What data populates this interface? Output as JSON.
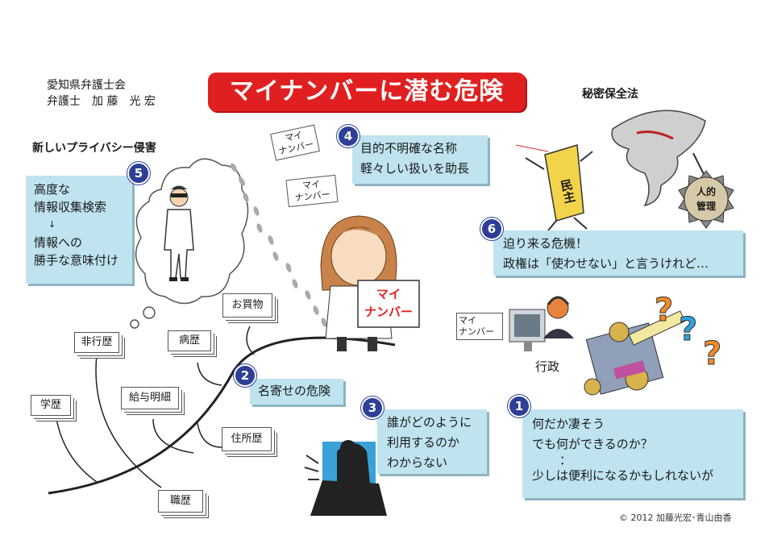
{
  "author": {
    "line1": "愛知県弁護士会",
    "line2": "弁護士　加 藤　光 宏"
  },
  "title": "マイナンバーに潜む危険",
  "headings": {
    "privacy": "新しいプライバシー侵害",
    "secrecy_law": "秘密保全法"
  },
  "points": {
    "p1": {
      "num": "1",
      "lines": [
        "何だか凄そう",
        "でも何ができるのか？",
        "：",
        "少しは便利になるかもしれないが"
      ]
    },
    "p2": {
      "num": "2",
      "lines": [
        "名寄せの危険"
      ]
    },
    "p3": {
      "num": "3",
      "lines": [
        "誰がどのように",
        "利用するのか",
        "わからない"
      ]
    },
    "p4": {
      "num": "4",
      "lines": [
        "目的不明確な名称",
        "軽々しい扱いを助長"
      ]
    },
    "p5": {
      "num": "5",
      "lines": [
        "高度な",
        "情報収集検索",
        "↓",
        "情報への",
        "勝手な意味付け"
      ]
    },
    "p6": {
      "num": "6",
      "lines": [
        "迫り来る危機！",
        "政権は「使わせない」と言うけれど…"
      ]
    }
  },
  "record_cards": [
    "学歴",
    "非行歴",
    "給与明細",
    "病歴",
    "お買物",
    "住所歴",
    "職歴"
  ],
  "mynumber_cards": [
    [
      "マイ",
      "ナンバー"
    ],
    [
      "マイ",
      "ナンバー"
    ],
    [
      "マイ",
      "ナンバー"
    ]
  ],
  "woman_sign": [
    "マイ",
    "ナンバー"
  ],
  "government_label": "行政",
  "democracy_label": "民主",
  "human_control": [
    "人的",
    "管理"
  ],
  "copyright": "© 2012 加藤光宏･青山由香",
  "colors": {
    "title_bg": "#e02020",
    "box_bg": "#bfe3ef",
    "number_badge": "#2d3f96",
    "question_mark": "#f08a2a",
    "question_mark_alt": "#2fa0d8"
  }
}
